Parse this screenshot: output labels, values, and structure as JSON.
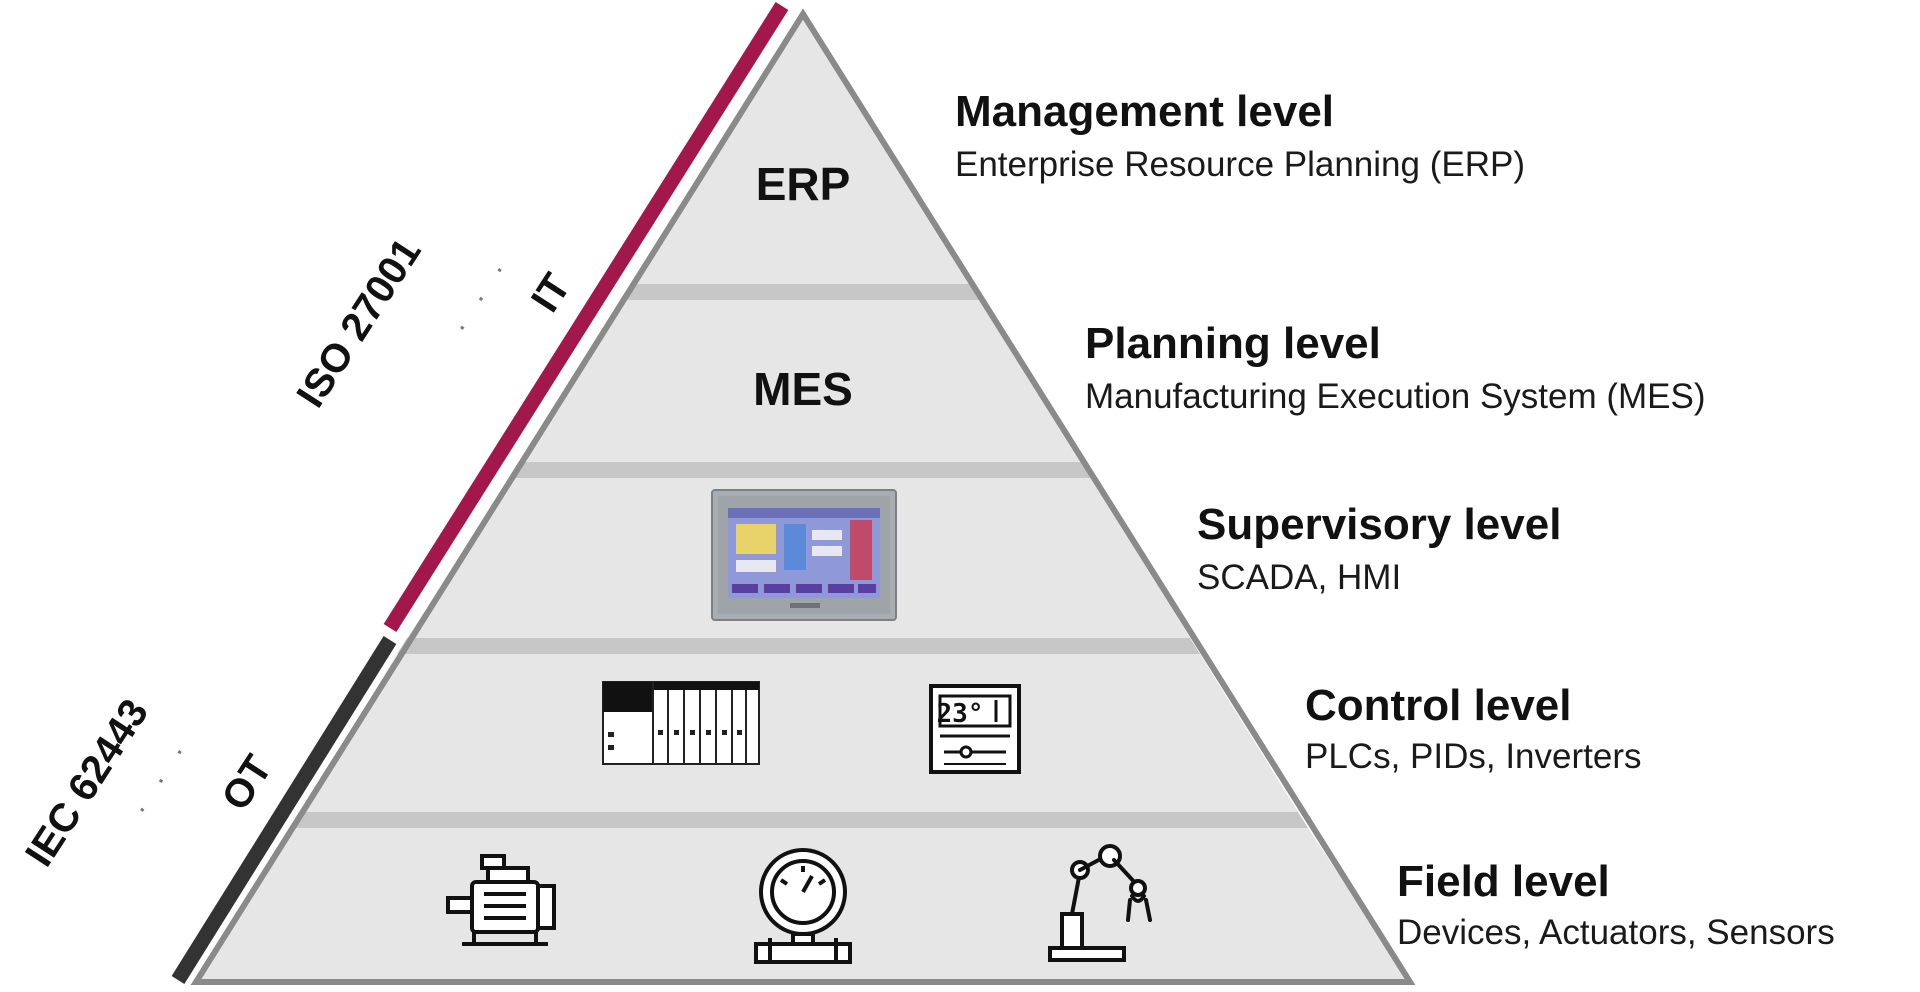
{
  "levels": [
    {
      "title": "Management level",
      "subtitle": "Enterprise Resource Planning (ERP)",
      "layer_label": "ERP"
    },
    {
      "title": "Planning level",
      "subtitle": "Manufacturing Execution System (MES)",
      "layer_label": "MES"
    },
    {
      "title": "Supervisory level",
      "subtitle": "SCADA, HMI"
    },
    {
      "title": "Control level",
      "subtitle": "PLCs, PIDs, Inverters"
    },
    {
      "title": "Field level",
      "subtitle": "Devices, Actuators, Sensors"
    }
  ],
  "it_band": {
    "label": "IT",
    "standard": "ISO 27001",
    "dots": "· · ·",
    "color": "#a3184a"
  },
  "ot_band": {
    "label": "OT",
    "standard": "IEC 62443",
    "dots": "· · ·",
    "color": "#333333"
  },
  "icons": [
    "hmi-panel-icon",
    "plc-rack-icon",
    "pid-controller-icon",
    "electric-motor-icon",
    "pressure-gauge-icon",
    "robot-arm-icon"
  ],
  "hmi_screen_color": "#8f99d8",
  "pyramid_fill": "#e6e6e6",
  "pyramid_stroke": "#8a8a8a"
}
